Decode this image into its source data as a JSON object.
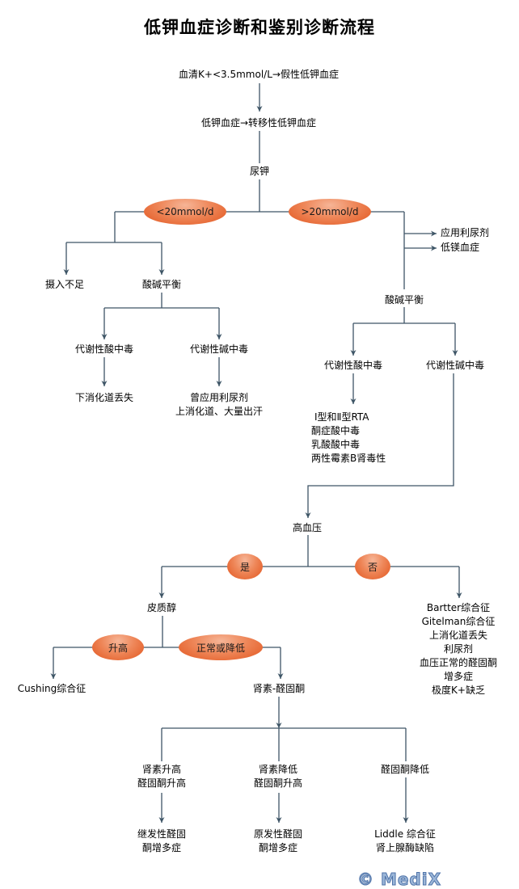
{
  "title": "低钾血症诊断和鉴别诊断流程",
  "colors": {
    "line": "#3e5566",
    "arrow": "#3e5566",
    "oval_top": "#f6b597",
    "oval_bottom": "#e2561f",
    "watermark": "#9bb6d8"
  },
  "nodes": {
    "serum_k": "血清K+<3.5mmol/L→假性低钾血症",
    "hypokalemia": "低钾血症→转移性低钾血症",
    "urine_k": "尿钾",
    "low_branch": "<20mmol/d",
    "high_branch": ">20mmol/d",
    "diuretic_use": "应用利尿剂",
    "hypomagnesemia": "低镁血症",
    "intake_insufficient": "摄入不足",
    "acid_base_left": "酸碱平衡",
    "met_acidosis_left": "代谢性酸中毒",
    "met_alkalosis_left": "代谢性碱中毒",
    "lower_gi_loss": "下消化道丢失",
    "prior_diuretic_lines": [
      "曾应用利尿剂",
      "上消化道、大量出汗"
    ],
    "acid_base_right": "酸碱平衡",
    "met_acidosis_right": "代谢性酸中毒",
    "met_alkalosis_right": "代谢性碱中毒",
    "acidosis_causes": [
      "Ⅰ型和Ⅱ型RTA",
      "酮症酸中毒",
      "乳酸酸中毒",
      "两性霉素B肾毒性"
    ],
    "hypertension": "高血压",
    "yes": "是",
    "no": "否",
    "no_causes": [
      "Bartter综合征",
      "Gitelman综合征",
      "上消化道丢失",
      "利尿剂",
      "血压正常的醛固酮",
      "增多症",
      "极度K+缺乏"
    ],
    "cortisol": "皮质醇",
    "elevated": "升高",
    "normal_or_low": "正常或降低",
    "cushing": "Cushing综合征",
    "renin_aldo": "肾素-醛固酮",
    "renin_high_lines": [
      "肾素升高",
      "醛固酮升高"
    ],
    "renin_low_lines": [
      "肾素降低",
      "醛固酮升高"
    ],
    "aldo_low": "醛固酮降低",
    "secondary_lines": [
      "继发性醛固",
      "酮增多症"
    ],
    "primary_lines": [
      "原发性醛固",
      "酮增多症"
    ],
    "liddle_lines": [
      "Liddle 综合征",
      "肾上腺酶缺陷"
    ]
  },
  "watermark": "© MediX"
}
